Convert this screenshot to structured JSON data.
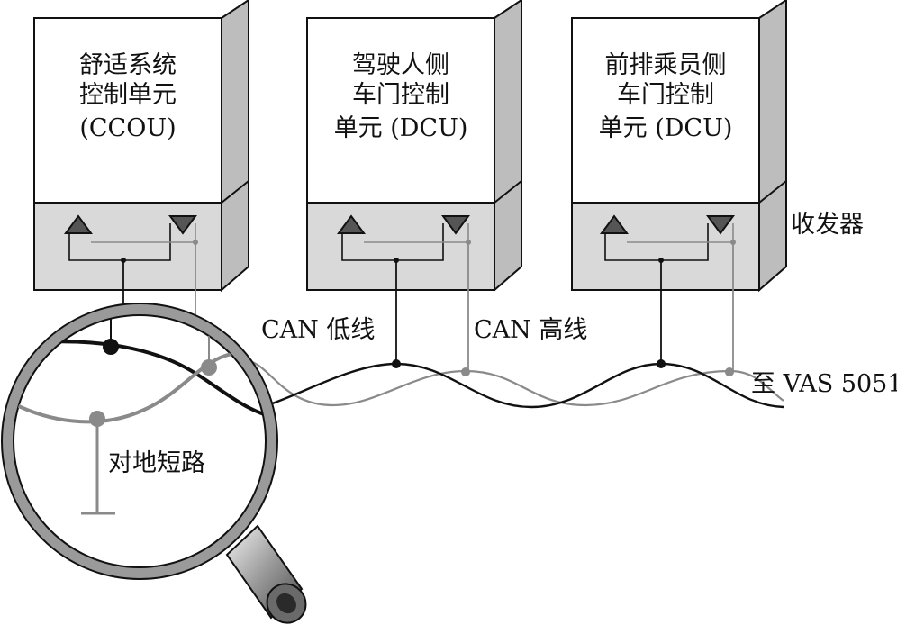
{
  "units": [
    {
      "name_lines": [
        "舒适系统",
        "控制单元",
        "(CCOU)"
      ]
    },
    {
      "name_lines": [
        "驾驶人侧",
        "车门控制",
        "单元 (DCU)"
      ]
    },
    {
      "name_lines": [
        "前排乘员侧",
        "车门控制",
        "单元 (DCU)"
      ]
    }
  ],
  "labels": {
    "transceiver": "收发器",
    "can_low": "CAN 低线",
    "can_high": "CAN 高线",
    "to_tester": "至 VAS 5051",
    "short_to_ground": "对地短路"
  },
  "colors": {
    "can_low_wire": "#111111",
    "can_high_wire": "#8a8a8a",
    "transceiver_fill": "#d9d9d9",
    "box_side": "#bdbdbd"
  }
}
